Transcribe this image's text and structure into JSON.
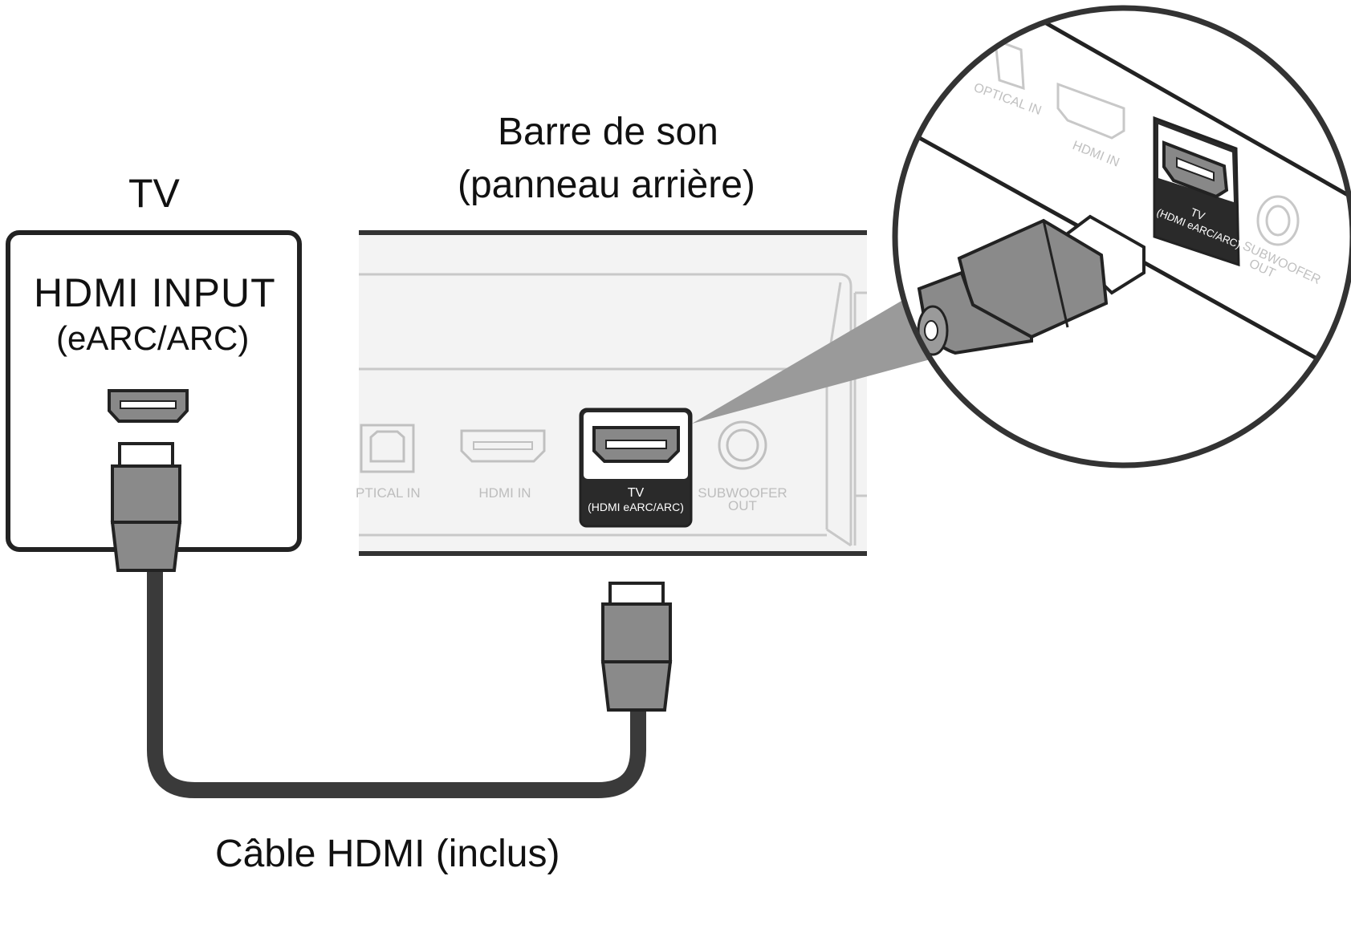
{
  "labels": {
    "tv": "TV",
    "soundbar_line1": "Barre de son",
    "soundbar_line2": "(panneau arrière)",
    "hdmi_input": "HDMI INPUT",
    "earc_arc": "(eARC/ARC)",
    "cable": "Câble HDMI (inclus)"
  },
  "soundbar_ports": {
    "optical_in": "OPTICAL IN",
    "optical_in_partial": "PTICAL IN",
    "hdmi_in": "HDMI IN",
    "tv": "TV",
    "tv_sub": "(HDMI eARC/ARC)",
    "subwoofer_line1": "SUBWOOFER",
    "subwoofer_line2": "OUT"
  },
  "icons": [
    "hdmi-port-icon",
    "optical-port-icon",
    "rca-jack-icon",
    "hdmi-plug-icon",
    "magnifier-callout"
  ],
  "colors": {
    "outline": "#222222",
    "cable": "#3a3a3a",
    "plug": "#8a8a8a",
    "panel": "#f3f3f3",
    "faint": "#c8c8c8",
    "callout_wedge": "#9a9a9a"
  }
}
